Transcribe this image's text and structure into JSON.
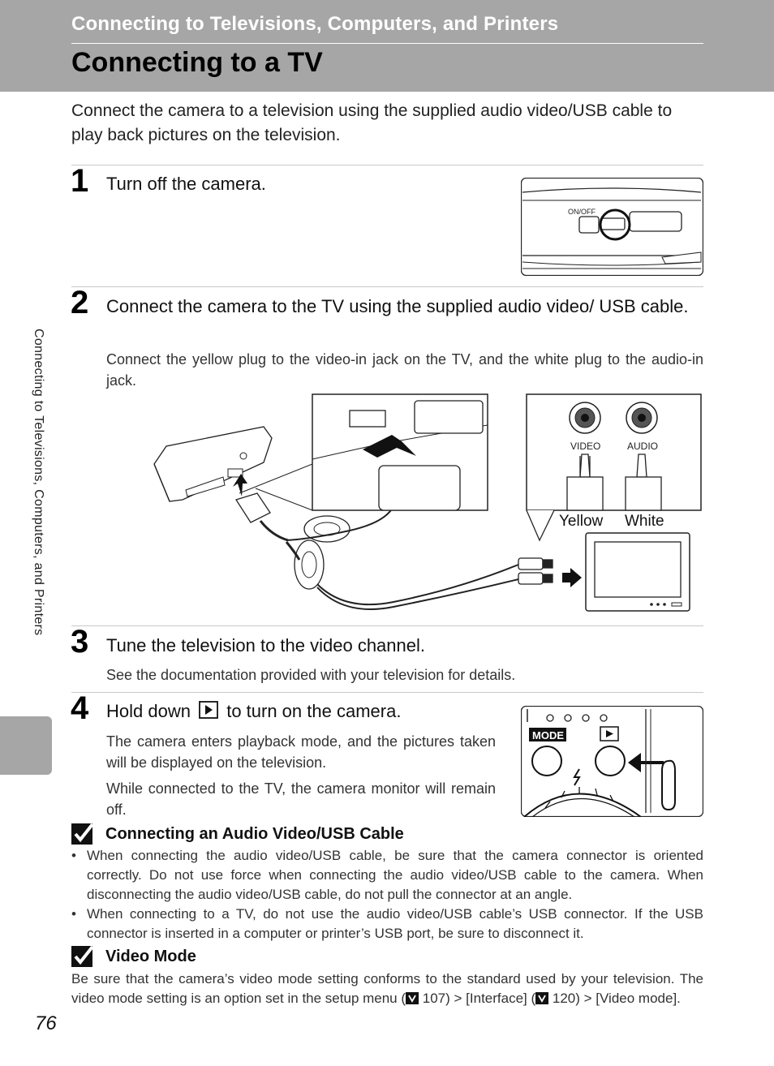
{
  "header": {
    "section_title": "Connecting to Televisions, Computers, and Printers",
    "page_title": "Connecting to a TV"
  },
  "intro": "Connect the camera to a television using the supplied audio video/USB cable to play back pictures on the television.",
  "sidebar": {
    "vertical_text": "Connecting to Televisions, Computers, and Printers"
  },
  "steps": [
    {
      "number": "1",
      "heading": "Turn off the camera.",
      "label_onoff": "ON/OFF"
    },
    {
      "number": "2",
      "heading": "Connect the camera to the TV using the supplied audio video/ USB cable.",
      "body": "Connect the yellow plug to the video-in jack on the TV, and the white plug to the audio-in jack.",
      "jack_video": "VIDEO",
      "jack_audio": "AUDIO",
      "plug_yellow": "Yellow",
      "plug_white": "White"
    },
    {
      "number": "3",
      "heading": "Tune the television to the video channel.",
      "body": "See the documentation provided with your television for details."
    },
    {
      "number": "4",
      "heading_pre": "Hold down",
      "heading_post": "to turn on the camera.",
      "body1": "The camera enters playback mode, and the pictures taken will be displayed on the television.",
      "body2": "While connected to the TV, the camera monitor will remain off.",
      "mode_label": "MODE"
    }
  ],
  "notes": [
    {
      "title": "Connecting an Audio Video/USB Cable",
      "bullets": [
        "When connecting the audio video/USB cable, be sure that the camera connector is oriented correctly. Do not use force when connecting the audio video/USB cable to the camera. When disconnecting the audio video/USB cable, do not pull the connector at an angle.",
        "When connecting to a TV, do not use the audio video/USB cable’s USB connector. If the USB connector is inserted in a computer or printer’s USB port, be sure to disconnect it."
      ]
    },
    {
      "title": "Video Mode",
      "line1": "Be sure that the camera’s video mode setting conforms to the standard used by your television.",
      "line2_a": "The video mode setting is an option set in the setup menu (",
      "ref1": "107",
      "line2_b": ") > [Interface] (",
      "ref2": "120",
      "line2_c": ") > [Video mode]."
    }
  ],
  "bullet_char": "•",
  "page_number": "76"
}
